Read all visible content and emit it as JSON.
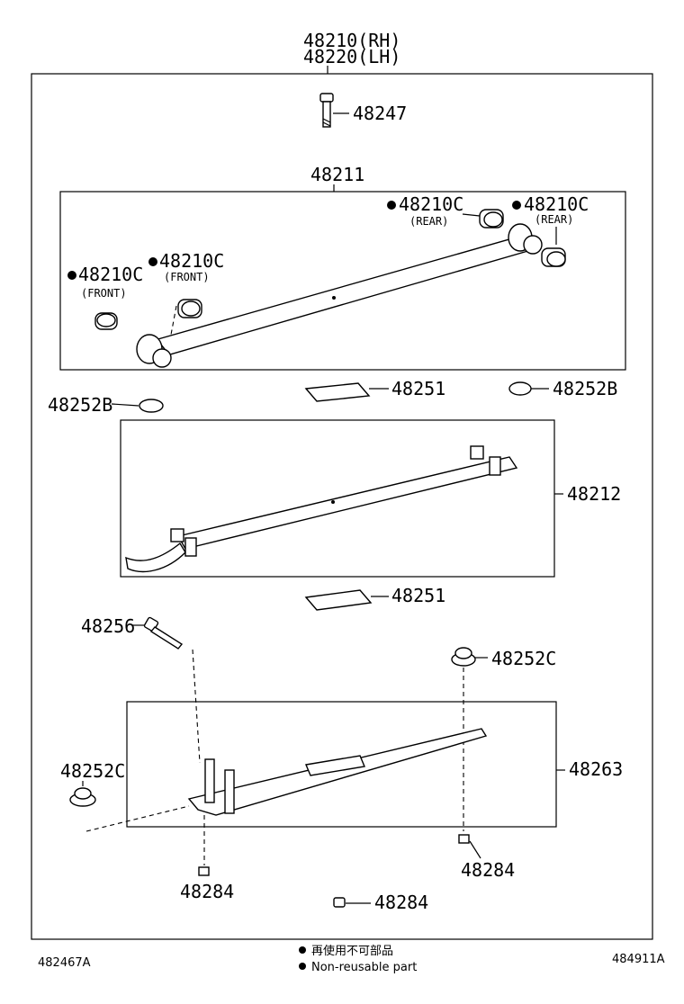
{
  "assembly": {
    "rh": "48210(RH)",
    "lh": "48220(LH)"
  },
  "parts": {
    "bolt_top": "48247",
    "main_leaf": "48211",
    "bushing_front_1": "48210C",
    "bushing_front_1_note": "(FRONT)",
    "bushing_front_2": "48210C",
    "bushing_front_2_note": "(FRONT)",
    "bushing_rear_1": "48210C",
    "bushing_rear_1_note": "(REAR)",
    "bushing_rear_2": "48210C",
    "bushing_rear_2_note": "(REAR)",
    "pad_upper": "48251",
    "bumper_left": "48252B",
    "bumper_right": "48252B",
    "second_leaf": "48212",
    "pad_lower": "48251",
    "bolt_lower": "48256",
    "stopper_right": "48252C",
    "stopper_left": "48252C",
    "third_leaf": "48263",
    "nut_left": "48284",
    "nut_right": "48284",
    "nut_bottom": "48284"
  },
  "legend": {
    "line1": "再使用不可部品",
    "line2": "Non-reusable part"
  },
  "footer": {
    "left_code": "482467A",
    "right_code": "484911A"
  }
}
